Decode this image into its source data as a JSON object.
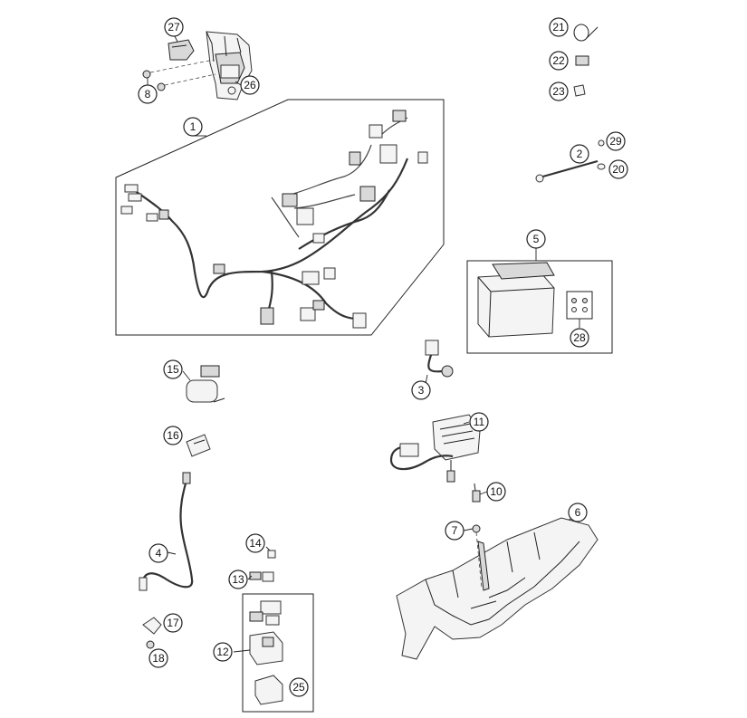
{
  "callouts": [
    {
      "id": "c1",
      "label": "1"
    },
    {
      "id": "c2",
      "label": "2"
    },
    {
      "id": "c3",
      "label": "3"
    },
    {
      "id": "c4",
      "label": "4"
    },
    {
      "id": "c5",
      "label": "5"
    },
    {
      "id": "c6",
      "label": "6"
    },
    {
      "id": "c7",
      "label": "7"
    },
    {
      "id": "c8",
      "label": "8"
    },
    {
      "id": "c10",
      "label": "10"
    },
    {
      "id": "c11",
      "label": "11"
    },
    {
      "id": "c12",
      "label": "12"
    },
    {
      "id": "c13",
      "label": "13"
    },
    {
      "id": "c14",
      "label": "14"
    },
    {
      "id": "c15",
      "label": "15"
    },
    {
      "id": "c16",
      "label": "16"
    },
    {
      "id": "c17",
      "label": "17"
    },
    {
      "id": "c18",
      "label": "18"
    },
    {
      "id": "c20",
      "label": "20"
    },
    {
      "id": "c21",
      "label": "21"
    },
    {
      "id": "c22",
      "label": "22"
    },
    {
      "id": "c23",
      "label": "23"
    },
    {
      "id": "c25",
      "label": "25"
    },
    {
      "id": "c26",
      "label": "26"
    },
    {
      "id": "c27",
      "label": "27"
    },
    {
      "id": "c28",
      "label": "28"
    },
    {
      "id": "c29",
      "label": "29"
    }
  ]
}
